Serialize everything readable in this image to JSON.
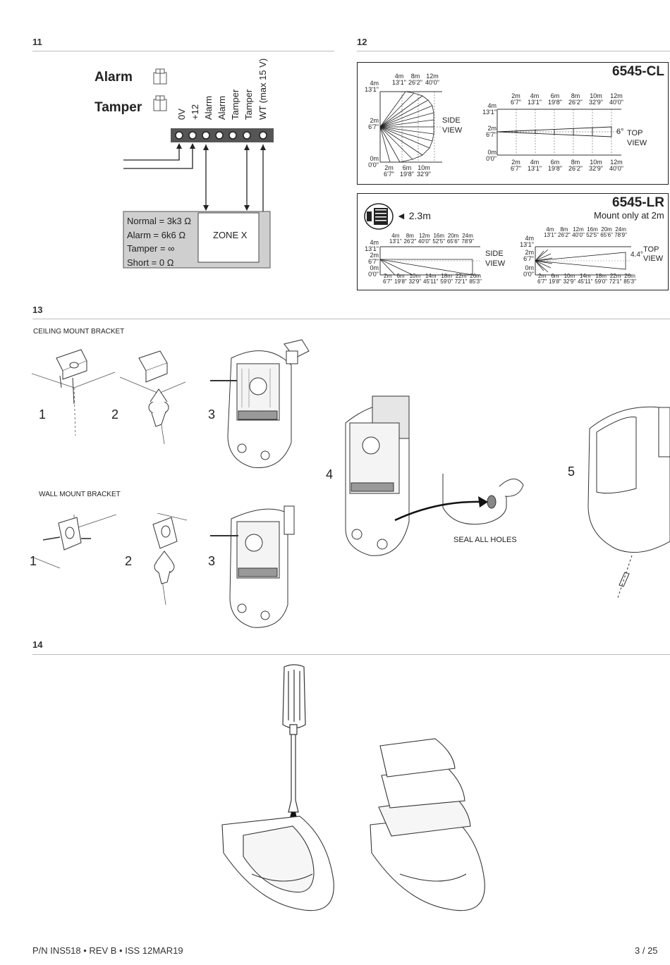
{
  "sections": {
    "s11": "11",
    "s12": "12",
    "s13": "13",
    "s14": "14"
  },
  "wiring": {
    "alarm_label": "Alarm",
    "tamper_label": "Tamper",
    "terminals": [
      "0V",
      "+12",
      "Alarm",
      "Alarm",
      "Tamper",
      "Tamper",
      "WT (max 15 V)"
    ],
    "zone_values": [
      "Normal = 3k3 Ω",
      "Alarm = 6k6 Ω",
      "Tamper = ∞",
      "Short = 0 Ω"
    ],
    "zone_name": "ZONE X"
  },
  "coverage": {
    "cl": {
      "model": "6545-CL",
      "side_label": [
        "SIDE",
        "VIEW"
      ],
      "top_label": [
        "TOP",
        "VIEW"
      ],
      "angle": "6°",
      "side_y_ticks": [
        [
          "4m",
          "13'1\""
        ],
        [
          "2m",
          "6'7\""
        ],
        [
          "0m",
          "0'0\""
        ]
      ],
      "side_x_top": [
        [
          "4m",
          "13'1\""
        ],
        [
          "8m",
          "26'2\""
        ],
        [
          "12m",
          "40'0\""
        ]
      ],
      "side_x_bottom": [
        [
          "2m",
          "6'7\""
        ],
        [
          "6m",
          "19'8\""
        ],
        [
          "10m",
          "32'9\""
        ]
      ],
      "top_y_ticks": [
        [
          "4m",
          "13'1\""
        ],
        [
          "2m",
          "6'7\""
        ],
        [
          "0m",
          "0'0\""
        ]
      ],
      "top_x": [
        [
          "2m",
          "6'7\""
        ],
        [
          "4m",
          "13'1\""
        ],
        [
          "6m",
          "19'8\""
        ],
        [
          "8m",
          "26'2\""
        ],
        [
          "10m",
          "32'9\""
        ],
        [
          "12m",
          "40'0\""
        ]
      ]
    },
    "lr": {
      "model": "6545-LR",
      "mount_note": "Mount only at 2m",
      "height": "◄ 2.3m",
      "side_label": [
        "SIDE",
        "VIEW"
      ],
      "top_label": [
        "TOP",
        "VIEW"
      ],
      "angle": "4.4°",
      "y_ticks": [
        [
          "4m",
          "13'1\""
        ],
        [
          "2m",
          "6'7\""
        ],
        [
          "0m",
          "0'0\""
        ]
      ],
      "x_top": [
        [
          "4m",
          "13'1\""
        ],
        [
          "8m",
          "26'2\""
        ],
        [
          "12m",
          "40'0\""
        ],
        [
          "16m",
          "52'5\""
        ],
        [
          "20m",
          "65'6\""
        ],
        [
          "24m",
          "78'9\""
        ]
      ],
      "x_bottom": [
        [
          "2m",
          "6'7\""
        ],
        [
          "6m",
          "19'8\""
        ],
        [
          "10m",
          "32'9\""
        ],
        [
          "14m",
          "45'11\""
        ],
        [
          "18m",
          "59'0\""
        ],
        [
          "22m",
          "72'1\""
        ],
        [
          "26m",
          "85'3\""
        ]
      ]
    }
  },
  "mounting": {
    "ceiling_title": "CEILING MOUNT BRACKET",
    "wall_title": "WALL MOUNT BRACKET",
    "seal_note": "SEAL ALL HOLES",
    "steps": [
      "1",
      "2",
      "3",
      "4",
      "5"
    ]
  },
  "footer": {
    "part": "P/N INS518 • REV B • ISS 12MAR19",
    "page": "3 / 25"
  }
}
